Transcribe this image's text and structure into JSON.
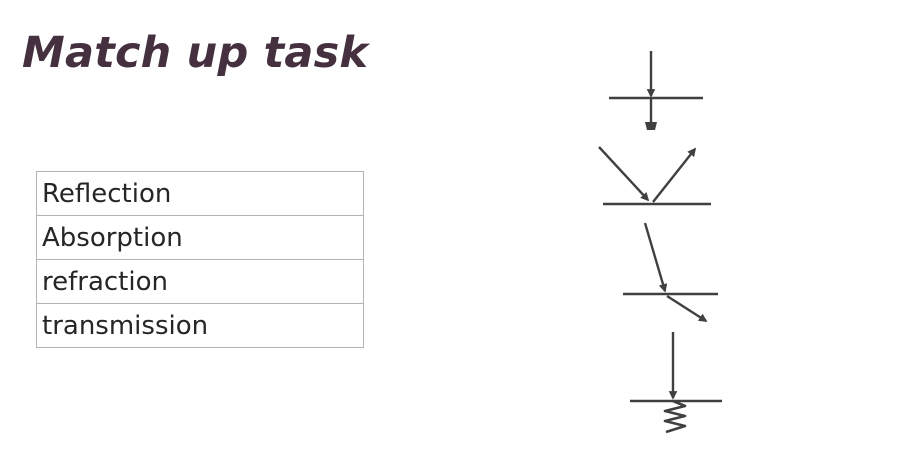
{
  "slide": {
    "title": "Match up task"
  },
  "terms": [
    "Reflection",
    "Absorption",
    "refraction",
    "transmission"
  ],
  "diagrams": [
    {
      "icon": "transmission-diagram-icon"
    },
    {
      "icon": "reflection-diagram-icon"
    },
    {
      "icon": "refraction-diagram-icon"
    },
    {
      "icon": "absorption-diagram-icon"
    }
  ],
  "colors": {
    "title": "#45303f",
    "text": "#262626",
    "table_border": "#b3b3b3",
    "diagram_stroke": "#404040"
  }
}
